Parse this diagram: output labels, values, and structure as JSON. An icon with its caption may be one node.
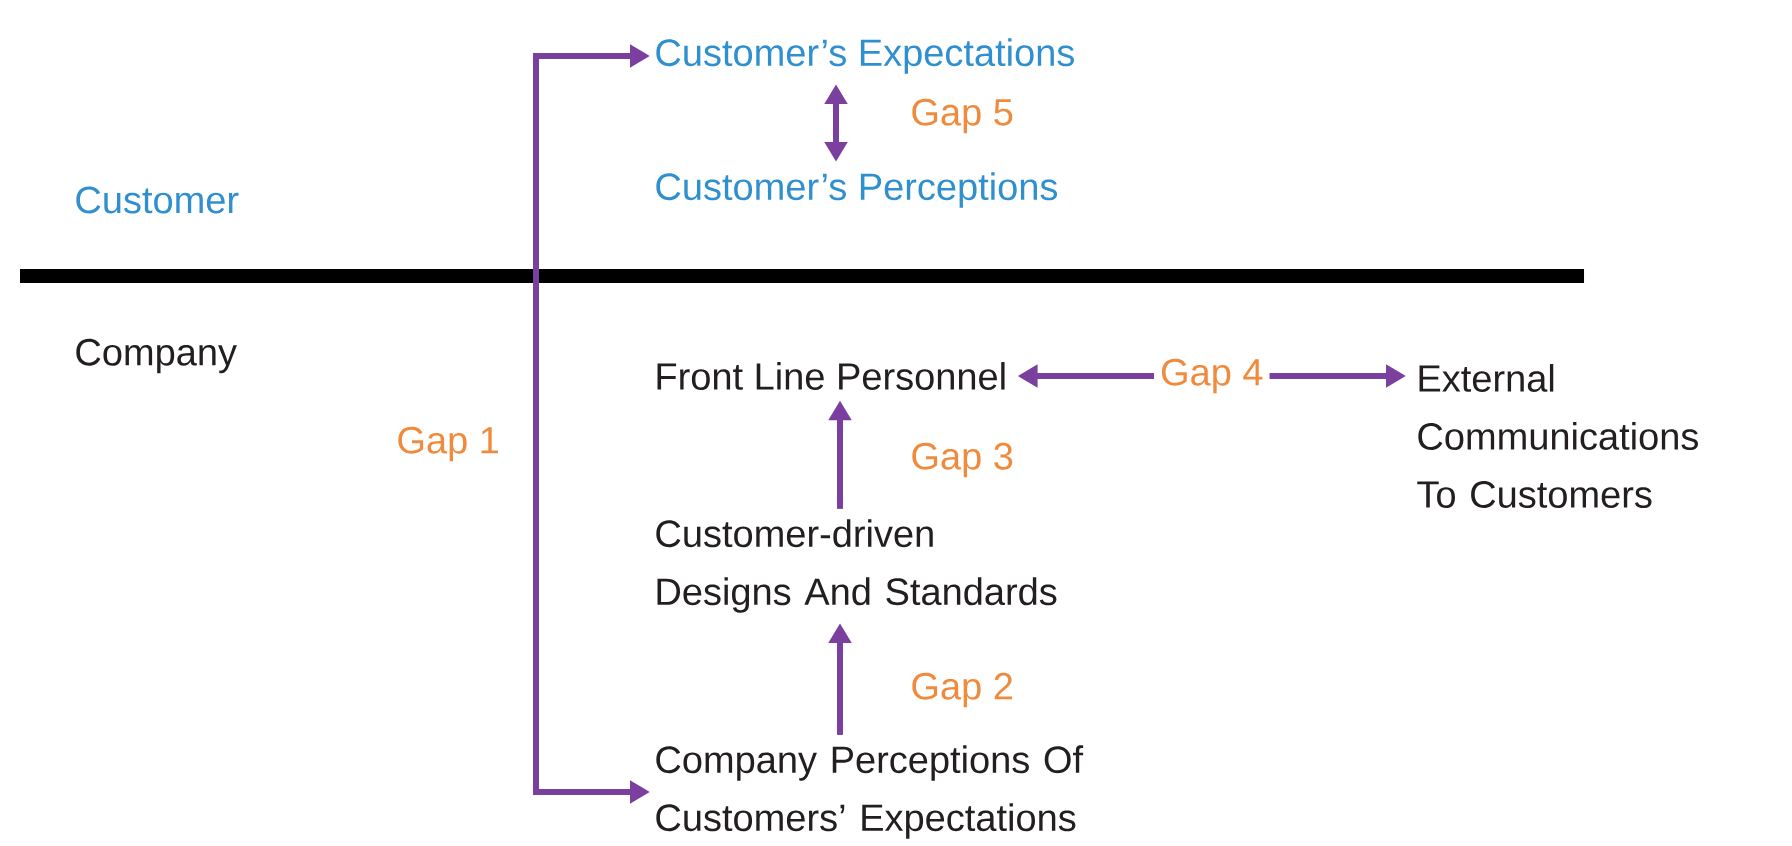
{
  "diagram": {
    "nodes": [
      {
        "text": [
          "Customer’s Expectations"
        ]
      },
      {
        "text": [
          "Customer’s Perceptions"
        ]
      },
      {
        "text": [
          "Front Line Personnel"
        ]
      },
      {
        "text": [
          "External Communications To Customers"
        ]
      },
      {
        "text": [
          "Customer-driven Designs And Standards"
        ]
      },
      {
        "text": [
          "Company Perceptions Of Customers’ Expectations"
        ]
      }
    ],
    "edges": [
      {
        "from": 1,
        "to": 0,
        "arrow": "both",
        "label": "Gap 5"
      },
      {
        "from": 2,
        "to": 3,
        "arrow": "both",
        "label": "Gap 4"
      },
      {
        "from": 4,
        "to": 2,
        "arrow": "to",
        "label": "Gap 3"
      },
      {
        "from": 5,
        "to": 4,
        "arrow": "to",
        "label": "Gap 2"
      },
      {
        "from": 5,
        "to": 0,
        "arrow": "both",
        "label": "Gap 1"
      }
    ],
    "labels": [
      "Customer",
      "Company"
    ]
  }
}
